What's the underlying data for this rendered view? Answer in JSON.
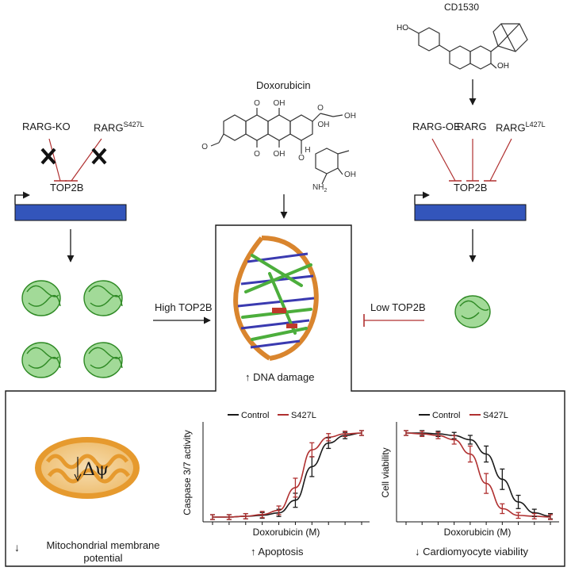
{
  "compounds": {
    "cd1530": {
      "name": "CD1530",
      "oh": "OH",
      "cooh": "HO"
    },
    "doxorubicin": {
      "name": "Doxorubicin",
      "atoms": {
        "o": "O",
        "oh": "OH",
        "h": "H",
        "nh2": "NH",
        "sub2": "2"
      }
    }
  },
  "left_pathway": {
    "labels": [
      {
        "text": "RARG-KO",
        "sup": ""
      },
      {
        "text": "RARG",
        "sup": "S427L"
      }
    ],
    "gene": "TOP2B",
    "arrow_label": "High TOP2B"
  },
  "right_pathway": {
    "labels": [
      {
        "text": "RARG-OE",
        "sup": ""
      },
      {
        "text": "RARG",
        "sup": ""
      },
      {
        "text": "RARG",
        "sup": "L427L"
      }
    ],
    "gene": "TOP2B",
    "inhibit_label": "Low TOP2B"
  },
  "center": {
    "outcome_arrow": "↑",
    "outcome": "DNA damage"
  },
  "bottom": {
    "mito": {
      "symbol": "Δψ",
      "arrow": "↓",
      "label_line1": "Mitochondrial membrane",
      "label_line2": "potential"
    },
    "apoptosis": {
      "arrow": "↑",
      "label": "Apoptosis"
    },
    "viability": {
      "arrow": "↓",
      "label": "Cardiomyocyte viability"
    }
  },
  "colors": {
    "gene_bar": "#3355bb",
    "control": "#1a1a1a",
    "mutant": "#b03030",
    "inhibit": "#b03030",
    "mito_outer": "#e69a2e",
    "protein": "#55bb44"
  },
  "chart_data": [
    {
      "type": "line",
      "title": "",
      "xlabel": "Doxorubicin (M)",
      "ylabel": "Caspase 3/7 activity",
      "legend": "top",
      "series": [
        {
          "name": "Control",
          "x": [
            1,
            2,
            3,
            4,
            5,
            6,
            7,
            8,
            9,
            10
          ],
          "y": [
            0.0,
            0.0,
            0.01,
            0.02,
            0.05,
            0.2,
            0.6,
            0.88,
            0.97,
            1.0
          ]
        },
        {
          "name": "S427L",
          "x": [
            1,
            2,
            3,
            4,
            5,
            6,
            7,
            8,
            9,
            10
          ],
          "y": [
            0.0,
            0.0,
            0.01,
            0.03,
            0.08,
            0.35,
            0.8,
            0.95,
            0.99,
            1.0
          ]
        }
      ]
    },
    {
      "type": "line",
      "title": "",
      "xlabel": "Doxorubicin (M)",
      "ylabel": "Cell viability",
      "legend": "top",
      "series": [
        {
          "name": "Control",
          "x": [
            1,
            2,
            3,
            4,
            5,
            6,
            7,
            8,
            9,
            10
          ],
          "y": [
            1.0,
            1.0,
            0.99,
            0.97,
            0.92,
            0.75,
            0.45,
            0.18,
            0.05,
            0.01
          ]
        },
        {
          "name": "S427L",
          "x": [
            1,
            2,
            3,
            4,
            5,
            6,
            7,
            8,
            9,
            10
          ],
          "y": [
            1.0,
            0.99,
            0.97,
            0.92,
            0.75,
            0.4,
            0.1,
            0.02,
            0.01,
            0.0
          ]
        }
      ]
    }
  ]
}
